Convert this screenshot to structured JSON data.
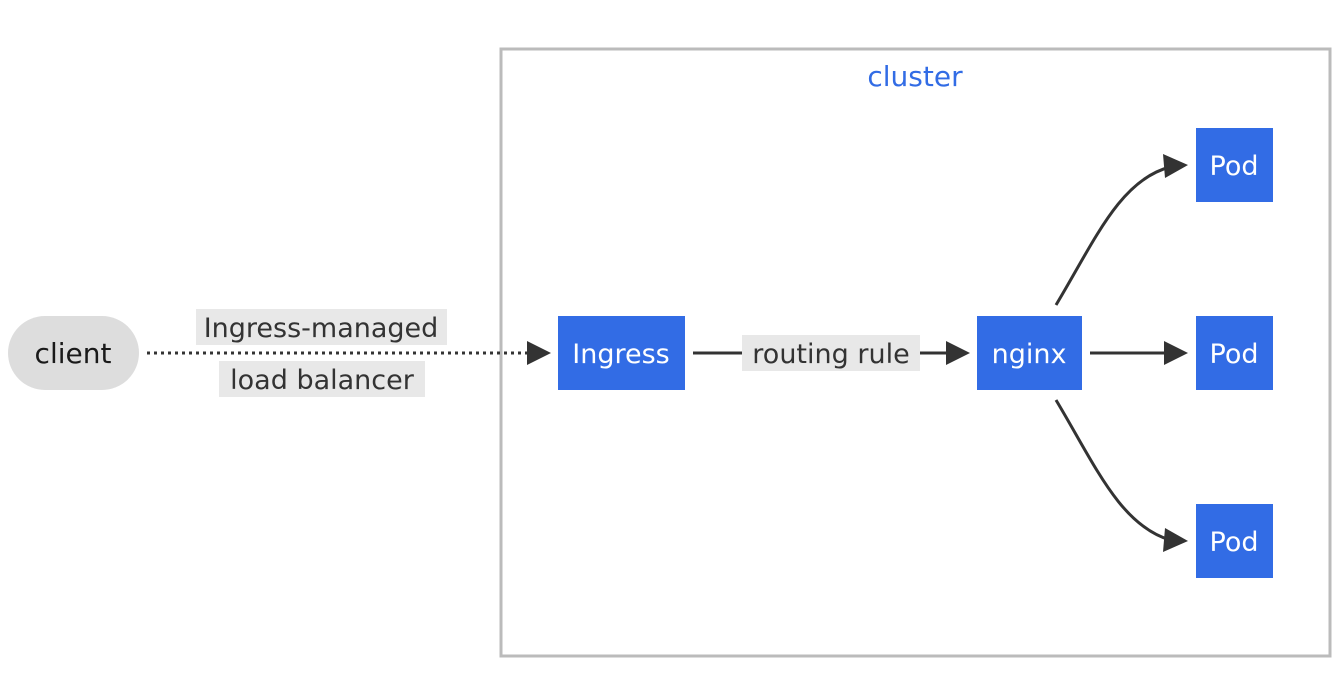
{
  "cluster": {
    "label": "cluster"
  },
  "nodes": {
    "client": "client",
    "ingress": "Ingress",
    "nginx": "nginx",
    "pod_top": "Pod",
    "pod_middle": "Pod",
    "pod_bottom": "Pod"
  },
  "edges": {
    "client_to_ingress": {
      "label_line_1": "Ingress-managed",
      "label_line_2": "load balancer",
      "style": "dotted"
    },
    "ingress_to_nginx": {
      "label": "routing rule",
      "style": "solid"
    }
  },
  "colors": {
    "node_fill": "#326ce5",
    "node_text": "#ffffff",
    "client_fill": "#dddddd",
    "cluster_border": "#bbbbbb",
    "cluster_label": "#326ce5",
    "edge": "#333333",
    "edge_label_bg": "#e8e8e8"
  }
}
